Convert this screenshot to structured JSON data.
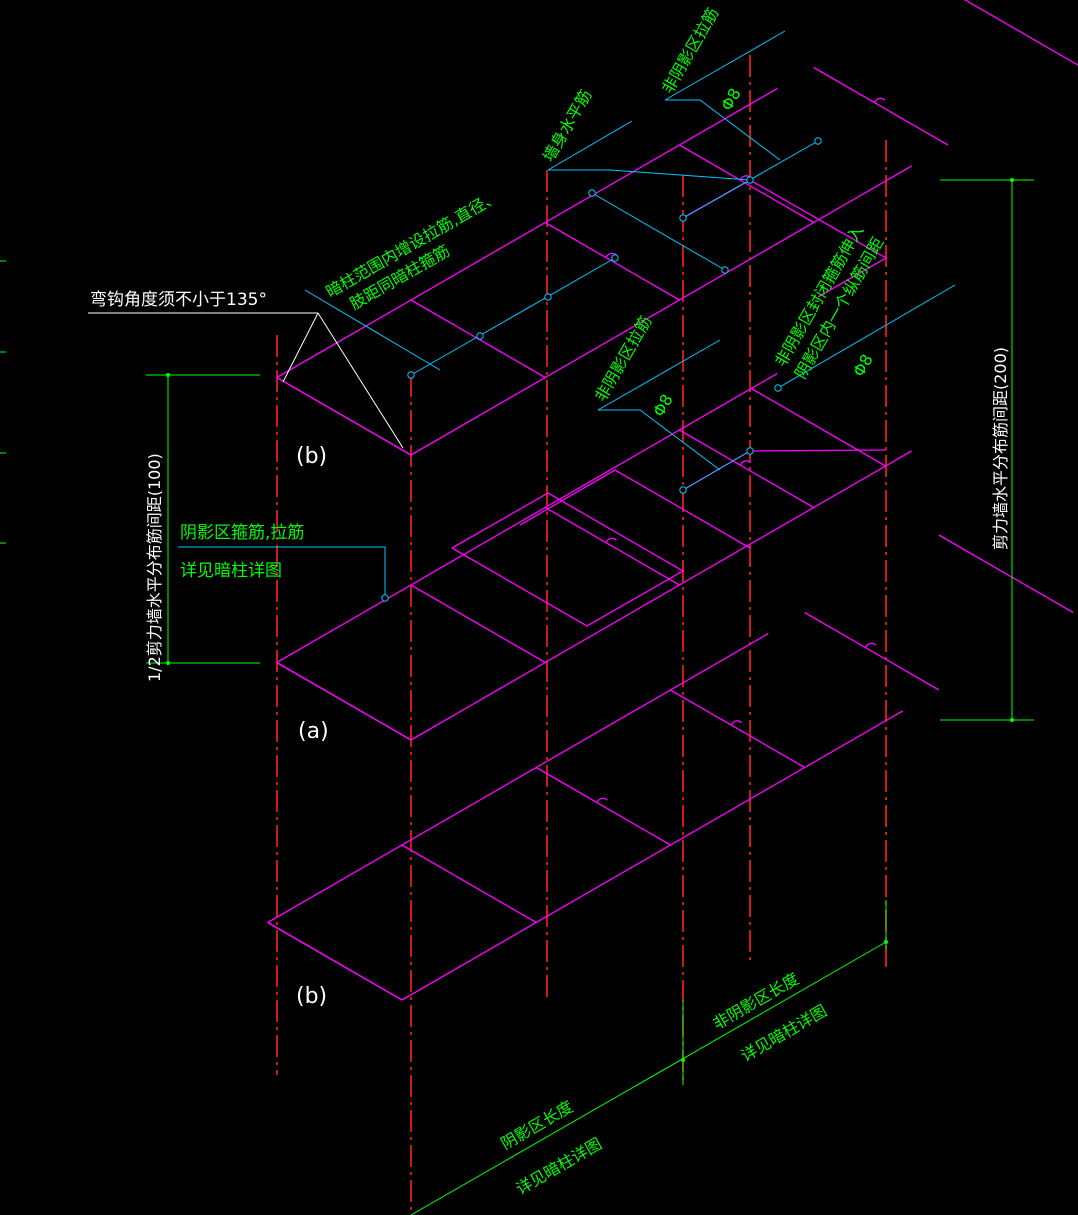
{
  "colors": {
    "background": "#000000",
    "rebar": "#ff00ff",
    "axis": "#ff2020",
    "tie": "#00c8ff",
    "dimension": "#00ff00",
    "leader_white": "#ffffff",
    "label_green": "#00ff00",
    "label_white": "#ffffff"
  },
  "labels": {
    "hook_angle": "弯钩角度须不小于135°",
    "top_tie_in_column": "暗柱范围内增设拉筋,直径、",
    "top_tie_in_column_2": "肢距同暗柱箍筋",
    "wall_horizontal": "墙身水平筋",
    "non_shadow_tie_top": "非阴影区拉筋",
    "non_shadow_tie_top_dia": "Φ8",
    "non_shadow_tie_mid": "非阴影区拉筋",
    "non_shadow_tie_mid_dia": "Φ8",
    "non_shadow_hoop_1": "非阴影区封闭箍筋伸入",
    "non_shadow_hoop_2": "阴影区内一个纵筋间距",
    "non_shadow_hoop_dia": "Φ8",
    "shadow_hoop_1": "阴影区箍筋,拉筋",
    "shadow_hoop_2": "详见暗柱详图",
    "left_dim": "1/2剪力墙水平分布筋间距(100)",
    "right_dim": "剪力墙水平分布筋间距(200)",
    "section_b_top": "(b)",
    "section_a": "(a)",
    "section_b_bottom": "(b)",
    "shadow_len_1": "阴影区长度",
    "shadow_len_2": "详见暗柱详图",
    "non_shadow_len_1": "非阴影区长度",
    "non_shadow_len_2": "详见暗柱详图"
  }
}
